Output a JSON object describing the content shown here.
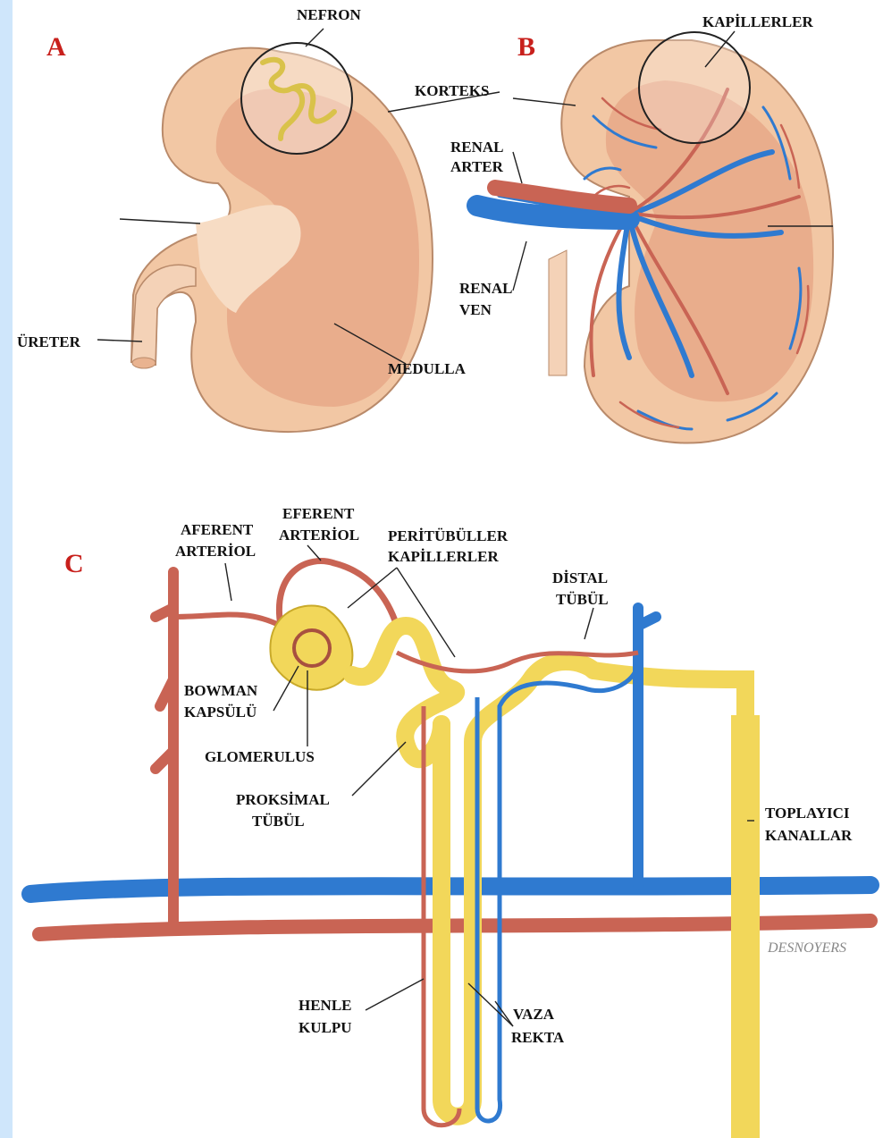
{
  "panels": {
    "a": "A",
    "b": "B",
    "c": "C"
  },
  "labels": {
    "nefron": "NEFRON",
    "korteks": "KORTEKS",
    "ureter": "ÜRETER",
    "medulla": "MEDULLA",
    "kapillerler": "KAPİLLERLER",
    "renal_arter": [
      "RENAL",
      "ARTER"
    ],
    "renal_ven": [
      "RENAL",
      "VEN"
    ],
    "aferent_arteriol": [
      "AFERENT",
      "ARTERİOL"
    ],
    "eferent_arteriol": [
      "EFERENT",
      "ARTERİOL"
    ],
    "peritubuler_kapillerler": [
      "PERİTÜBÜLLER",
      "KAPİLLERLER"
    ],
    "distal_tubul": [
      "DİSTAL",
      "TÜBÜL"
    ],
    "bowman_kapsulu": [
      "BOWMAN",
      "KAPSÜLÜ"
    ],
    "glomerulus": "GLOMERULUS",
    "proksimal_tubul": [
      "PROKSİMAL",
      "TÜBÜL"
    ],
    "toplayici_kanallar": [
      "TOPLAYICI",
      "KANALLAR"
    ],
    "henle_kulpu": [
      "HENLE",
      "KULPU"
    ],
    "vaza_rekta": [
      "VAZA",
      "REKTA"
    ]
  },
  "signature": "DESNOYERS",
  "colors": {
    "kidney_outer": "#f2c7a4",
    "kidney_inner": "#e9ad8c",
    "artery": "#c96454",
    "vein": "#2f7ad0",
    "tubule": "#f2d75a",
    "panel_letter": "#c8201c",
    "page_border": "#cfe6fb"
  }
}
